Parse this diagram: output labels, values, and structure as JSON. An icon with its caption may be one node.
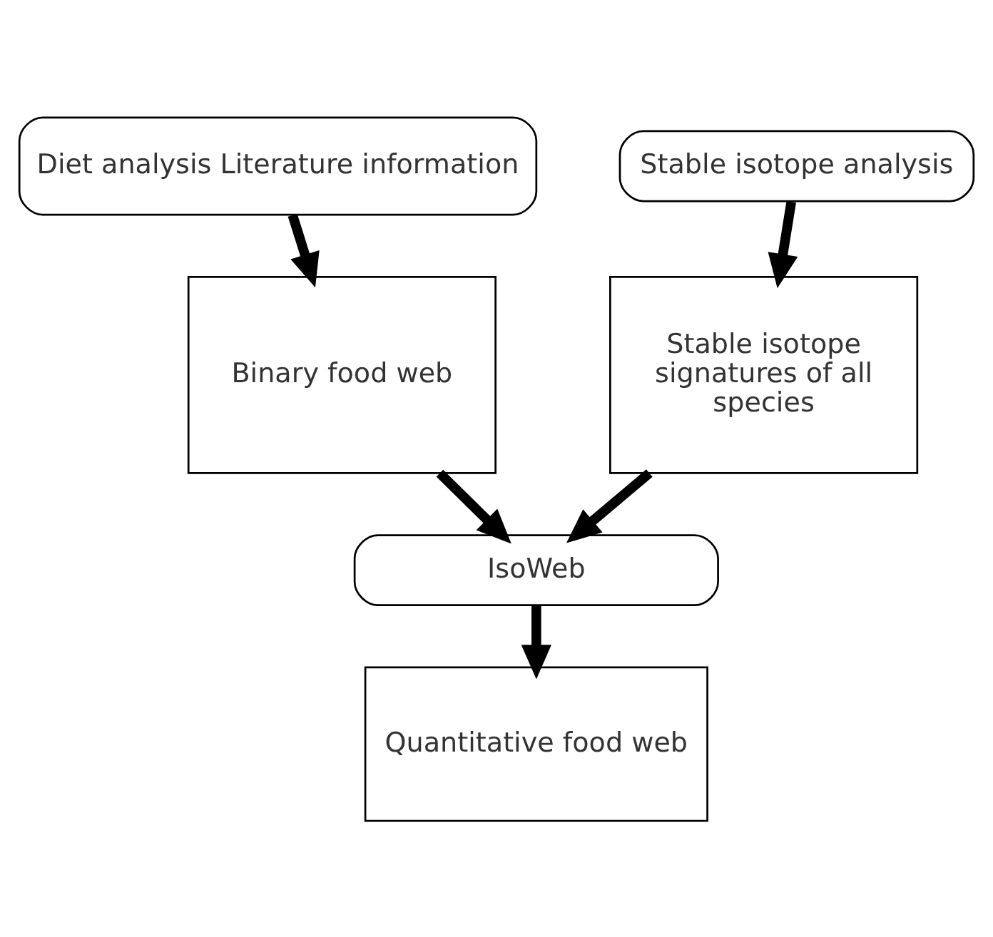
{
  "diagram": {
    "nodes": [
      {
        "text": [
          "Diet analysis Literature information"
        ]
      },
      {
        "text": [
          "Stable isotope analysis"
        ]
      },
      {
        "text": [
          "Binary food web"
        ]
      },
      {
        "text": [
          "Stable isotope signatures of all species"
        ]
      },
      {
        "text": [
          "IsoWeb"
        ]
      },
      {
        "text": [
          "Quantitative food web"
        ]
      }
    ],
    "edges": [
      {
        "from": 0,
        "to": 2,
        "arrow": "to"
      },
      {
        "from": 1,
        "to": 3,
        "arrow": "to"
      },
      {
        "from": 2,
        "to": 4,
        "arrow": "to"
      },
      {
        "from": 3,
        "to": 4,
        "arrow": "to"
      },
      {
        "from": 4,
        "to": 5,
        "arrow": "to"
      }
    ]
  }
}
